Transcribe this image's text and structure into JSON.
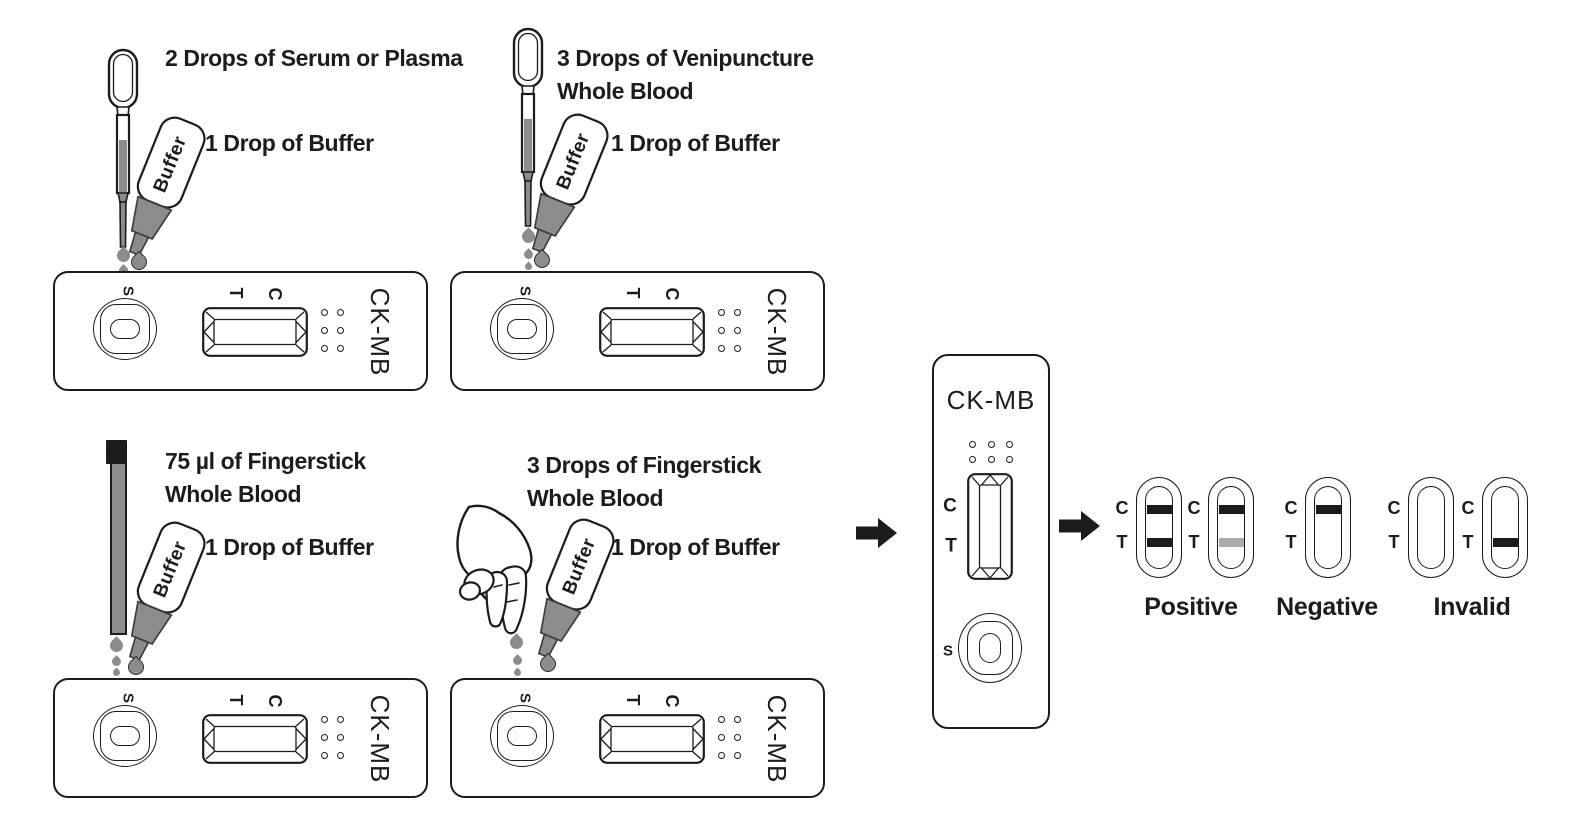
{
  "steps": [
    {
      "id": "serum-plasma",
      "title_line1": "2 Drops of Serum or Plasma",
      "buffer_label": "1 Drop of Buffer"
    },
    {
      "id": "venipuncture",
      "title_line1": "3 Drops of Venipuncture",
      "title_line2": "Whole Blood",
      "buffer_label": "1 Drop of Buffer"
    },
    {
      "id": "fingerstick-75ul",
      "title_line1": "75 µl of Fingerstick",
      "title_line2": "Whole Blood",
      "buffer_label": "1 Drop of Buffer"
    },
    {
      "id": "fingerstick-3drops",
      "title_line1": "3 Drops of Fingerstick",
      "title_line2": "Whole Blood",
      "buffer_label": "1 Drop of Buffer"
    }
  ],
  "bottle": {
    "label": "Buffer"
  },
  "cassette": {
    "name": "CK-MB",
    "sample_well": "S",
    "test_line": "T",
    "control_line": "C"
  },
  "results": [
    {
      "label": "Positive",
      "windows": [
        {
          "control_line": "present",
          "test_line": "present"
        },
        {
          "control_line": "present",
          "test_line": "faint"
        }
      ]
    },
    {
      "label": "Negative",
      "windows": [
        {
          "control_line": "present",
          "test_line": "absent"
        }
      ]
    },
    {
      "label": "Invalid",
      "windows": [
        {
          "control_line": "absent",
          "test_line": "absent"
        },
        {
          "control_line": "absent",
          "test_line": "present"
        }
      ]
    }
  ],
  "colors": {
    "ink": "#1c1c1c",
    "liquid": "#8c8c8c",
    "faint_line": "#ababab"
  }
}
